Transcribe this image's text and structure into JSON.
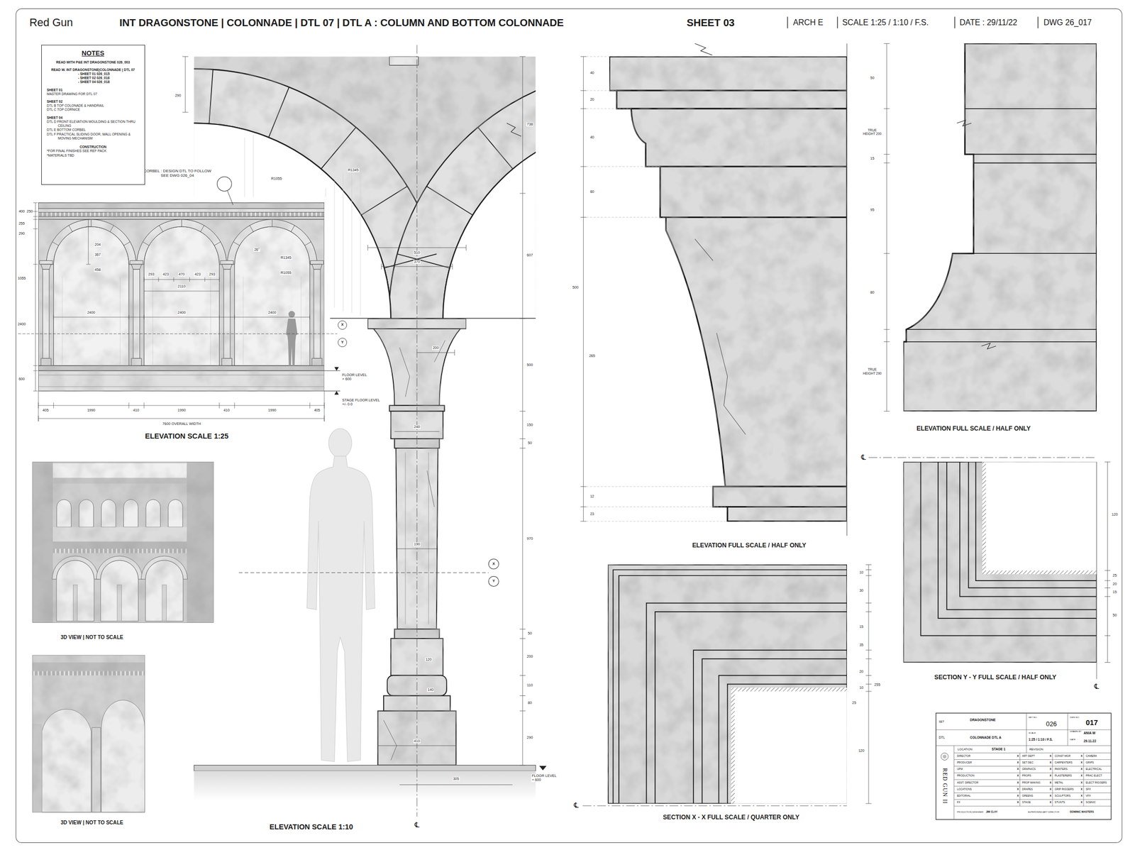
{
  "diagram": {
    "title": "INT DRAGONSTONE | COLONNADE | DTL 07 | DTL A : COLUMN AND BOTTOM COLONNADE",
    "nodes": [
      {
        "text": [
          "NOTES",
          "READ WITH P&E INT DRAGONSTONE 026_003",
          "READ W. INT DRAGONSTONE|COLONNADE | DTL 07",
          "- SHEET 01 026_015",
          "- SHEET 02 026_016",
          "- SHEET 04 026_018",
          "SHEET 01",
          "MASTER DRAWING FOR DTL 07",
          "SHEET 02",
          "DTL B TOP COLONADE & HANDRAIL",
          "DTL C TOP CORNICE",
          "SHEET 04",
          "DTL D FRONT ELEVATION MOULDING & SECTION THRU CEILING",
          "DTL E BOTTOM CORBEL",
          "DTL F PRACTICAL SLIDING DOOR, WALL OPENING & MOVING MECHANISM",
          "CONSTRUCTION",
          "*FOR FINAL FINISHES SEE REF PACK",
          "*MATERIALS TBD"
        ]
      },
      {
        "text": [
          "SET",
          "DRAGONSTONE",
          "SET NO.",
          "026",
          "DWG NO.",
          "017",
          "DTL",
          "COLONNADE DTL A",
          "SCALE",
          "1:25 / 1:10 / F.S.",
          "DRAWN BY",
          "ANIA W",
          "DATE",
          "29.11.22",
          "LOCATION",
          "STAGE 1",
          "REVISION",
          "DIRECTOR",
          "X",
          "ART DEPT",
          "X",
          "CONST MGR",
          "X",
          "CAMERA",
          "PRODUCER",
          "X",
          "SET DEC",
          "X",
          "CARPENTERS",
          "X",
          "GRIPS",
          "UPM",
          "X",
          "GRAPHICS",
          "X",
          "PAINTERS",
          "X",
          "ELECTRICAL",
          "PRODUCTION",
          "X",
          "PROPS",
          "X",
          "PLASTERERS",
          "X",
          "PRAC ELECT",
          "ASST. DIRECTOR",
          "X",
          "PROP MAKING",
          "X",
          "METAL",
          "X",
          "ELECT RIGGERS",
          "LOCATIONS",
          "X",
          "DRAPES",
          "X",
          "GRIP RIGGERS",
          "X",
          "SFX",
          "EDITORIAL",
          "X",
          "GREENS",
          "X",
          "SCULPTORS",
          "X",
          "VFX",
          "FX",
          "X",
          "STAGE",
          "X",
          "STUNTS",
          "X",
          "SCENIC",
          "PRODUCTION DESIGNER",
          "JIM CLAY",
          "SUPERVISING ART DIRECTOR",
          "DOMINIC MASTERS",
          "RED GUN II"
        ]
      }
    ],
    "labels": [
      "Red Gun",
      "SHEET 03",
      "ARCH E",
      "SCALE 1:25 / 1:10 / F.S.",
      "DATE : 29/11/22",
      "DWG 26_017",
      "CORBEL : DESIGN DTL TO FOLLOW SEE DWG 026_04",
      "400",
      "250",
      "255",
      "290",
      "1055",
      "2400",
      "600",
      "204",
      "367",
      "458",
      "26°",
      "R1345",
      "R1055",
      "293",
      "423",
      "470",
      "423",
      "293",
      "2110",
      "2400",
      "2400",
      "2400",
      "405",
      "1990",
      "410",
      "1990",
      "410",
      "1990",
      "405",
      "7600 OVERALL WIDTH",
      "X",
      "Y",
      "FLOOR LEVEL + 600",
      "STAGE FLOOR LEVEL +/- 0.0",
      "ELEVATION SCALE 1:25",
      "3D VIEW | NOT TO SCALE",
      "3D VIEW | NOT TO SCALE",
      "290",
      "R1055",
      "R1345",
      "510",
      "370",
      "200",
      "240",
      "190",
      "120",
      "140",
      "410",
      "305",
      "738",
      "607",
      "500",
      "150",
      "50",
      "970",
      "50",
      "200",
      "110",
      "80",
      "290",
      "X",
      "Y",
      "FLOOR LEVEL + 600",
      "ELEVATION SCALE 1:10",
      "℄",
      "40",
      "20",
      "40",
      "60",
      "500",
      "265",
      "12",
      "23",
      "ELEVATION FULL SCALE / HALF ONLY",
      "50",
      "TRUE HEIGHT 200",
      "15",
      "95",
      "80",
      "TRUE HEIGHT 290",
      "ELEVATION FULL SCALE / HALF ONLY",
      "℄",
      "10",
      "30",
      "15",
      "35",
      "20",
      "10",
      "255",
      "25",
      "120",
      "SECTION X - X FULL SCALE / QUARTER ONLY",
      "℄",
      "120",
      "25",
      "20",
      "15",
      "50",
      "SECTION Y - Y FULL SCALE / HALF ONLY",
      "℄"
    ]
  }
}
